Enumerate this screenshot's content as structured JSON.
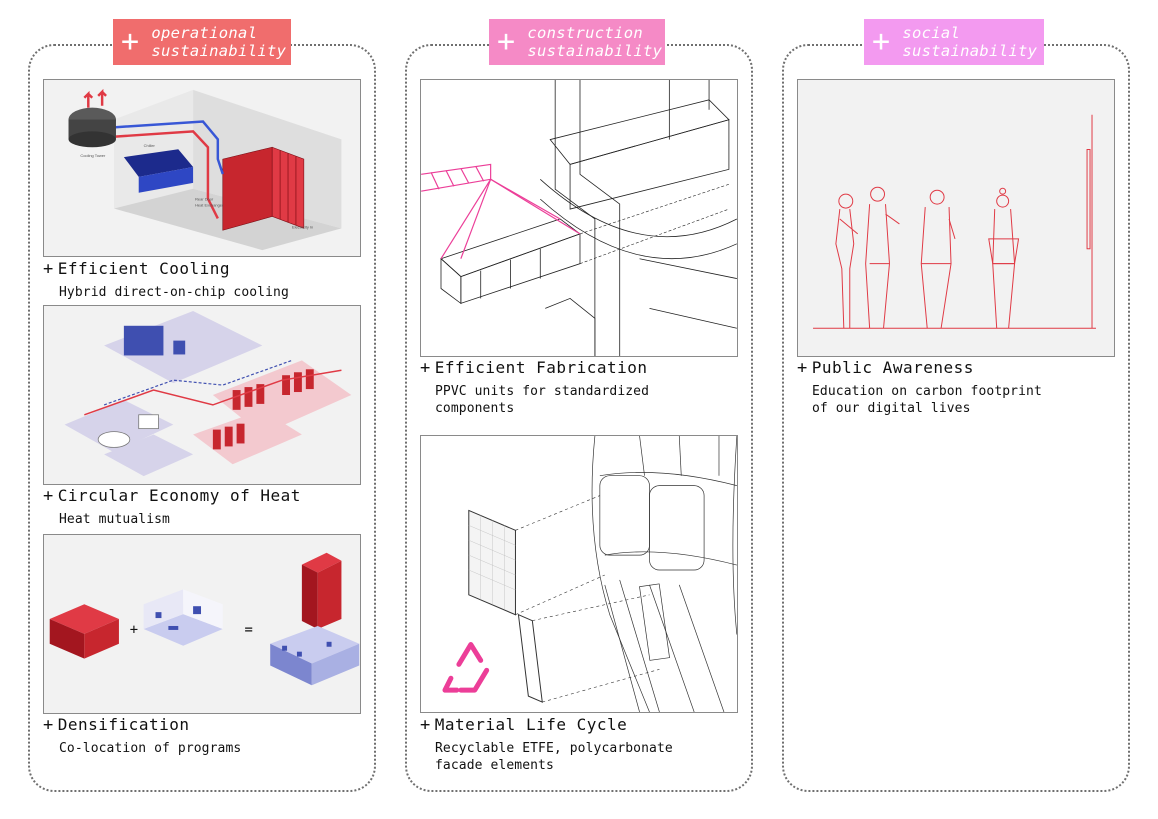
{
  "colors": {
    "operational": "#f06d6d",
    "construction": "#f58ac6",
    "social": "#f39af0",
    "accent_red": "#e03a45",
    "recycle_pink": "#ec3e98"
  },
  "columns": [
    {
      "tag_line1": "operational",
      "tag_line2": "sustainability",
      "items": [
        {
          "title": "Efficient Cooling",
          "desc1": "Hybrid direct-on-chip cooling",
          "desc2": ""
        },
        {
          "title": "Circular Economy of Heat",
          "desc1": "Heat mutualism",
          "desc2": ""
        },
        {
          "title": "Densification",
          "desc1": "Co-location of programs",
          "desc2": ""
        }
      ]
    },
    {
      "tag_line1": "construction",
      "tag_line2": "sustainability",
      "items": [
        {
          "title": "Efficient Fabrication",
          "desc1": "PPVC units for standardized",
          "desc2": "components"
        },
        {
          "title": "Material Life Cycle",
          "desc1": "Recyclable ETFE, polycarbonate",
          "desc2": "facade elements"
        }
      ]
    },
    {
      "tag_line1": "social",
      "tag_line2": "sustainability",
      "items": [
        {
          "title": "Public Awareness",
          "desc1": "Education on carbon footprint",
          "desc2": "of our digital lives"
        }
      ]
    }
  ],
  "diagram_labels": {
    "cooling_tower": "Cooling Tower",
    "chiller": "Chiller",
    "rear_door": "Rear Door",
    "heat_exchanger": "Heat Exchanger",
    "electricity_in": "Electricity In",
    "plus": "+",
    "equals": "="
  },
  "icons": {
    "plus": "plus-icon",
    "recycle": "recycle-icon"
  }
}
